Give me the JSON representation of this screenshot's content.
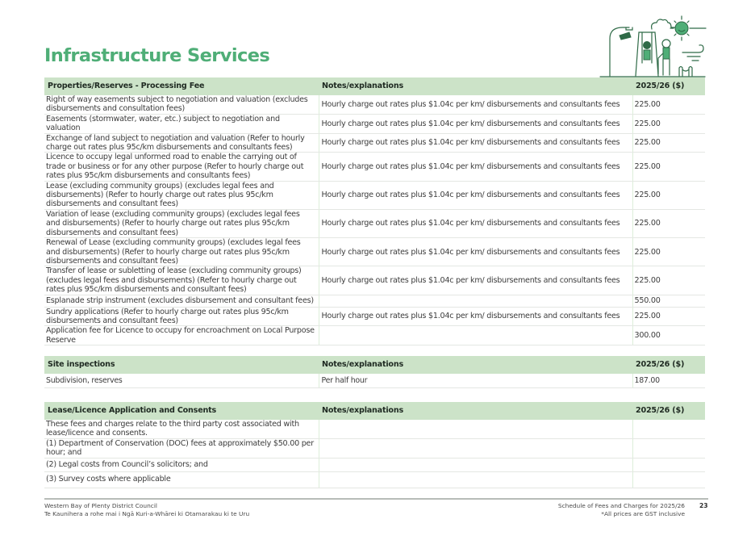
{
  "page": {
    "title": "Infrastructure Services",
    "accent_color": "#4fae77",
    "header_bg_color": "#cce3c8",
    "illustration": "park-scene-illustration"
  },
  "tables": {
    "processing_fee": {
      "headers": [
        "Properties/Reserves - Processing Fee",
        "Notes/explanations",
        "2025/26 ($)"
      ],
      "rows": [
        {
          "desc": "Right of way easements subject to negotiation and valuation (excludes disbursements and consultation fees)",
          "notes": "Hourly charge out rates plus $1.04c per km/ disbursements and consultants fees",
          "price": "225.00"
        },
        {
          "desc": "Easements (stormwater, water, etc.) subject to negotiation and valuation",
          "notes": "Hourly charge out rates plus $1.04c per km/ disbursements and consultants fees",
          "price": "225.00"
        },
        {
          "desc": "Exchange of land subject to negotiation and valuation (Refer to hourly charge out rates plus 95c/km disbursements and consultants fees)",
          "notes": "Hourly charge out rates plus $1.04c per km/ disbursements and consultants fees",
          "price": "225.00"
        },
        {
          "desc": "Licence to occupy legal unformed road to enable the carrying out of trade or business or for any other purpose (Refer to hourly charge out rates plus 95c/km disbursements and consultants fees)",
          "notes": "Hourly charge out rates plus $1.04c per km/ disbursements and consultants fees",
          "price": "225.00"
        },
        {
          "desc": "Lease (excluding community groups) (excludes legal fees and disbursements) (Refer to hourly charge out rates plus 95c/km disbursements and consultant fees)",
          "notes": "Hourly charge out rates plus $1.04c per km/ disbursements and consultants fees",
          "price": "225.00"
        },
        {
          "desc": "Variation of lease (excluding community groups) (excludes legal fees and disbursements) (Refer to hourly charge out rates plus 95c/km disbursements and consultant fees)",
          "notes": "Hourly charge out rates plus $1.04c per km/ disbursements and consultants fees",
          "price": "225.00"
        },
        {
          "desc": "Renewal of Lease (excluding community groups) (excludes legal fees and disbursements) (Refer to hourly charge out rates plus 95c/km disbursements and consultant fees)",
          "notes": "Hourly charge out rates plus $1.04c per km/ disbursements and consultants fees",
          "price": "225.00"
        },
        {
          "desc": "Transfer of lease or subletting of lease (excluding community groups) (excludes legal fees and disbursements) (Refer to hourly charge out rates plus 95c/km disbursements and consultant fees)",
          "notes": "Hourly charge out rates plus $1.04c per km/ disbursements and consultants fees",
          "price": "225.00"
        },
        {
          "desc": "Esplanade strip instrument (excludes disbursement and consultant fees)",
          "notes": "",
          "price": "550.00"
        },
        {
          "desc": "Sundry applications (Refer to hourly charge out rates plus 95c/km disbursements and consultant fees)",
          "notes": "Hourly charge out rates plus $1.04c per km/ disbursements and consultants fees",
          "price": "225.00"
        },
        {
          "desc": "Application fee for Licence to occupy for encroachment on Local Purpose Reserve",
          "notes": "",
          "price": "300.00"
        }
      ]
    },
    "site_inspections": {
      "headers": [
        "Site inspections",
        "Notes/explanations",
        "2025/26 ($)"
      ],
      "rows": [
        {
          "desc": "Subdivision, reserves",
          "notes": "Per half hour",
          "price": "187.00"
        }
      ]
    },
    "lease_licence": {
      "headers": [
        "Lease/Licence Application and Consents",
        "Notes/explanations",
        "2025/26 ($)"
      ],
      "rows": [
        {
          "desc": "These fees and charges relate to the third party cost associated with lease/licence and consents.",
          "notes": "",
          "price": ""
        },
        {
          "desc": "(1) Department of Conservation (DOC) fees at approximately $50.00 per hour; and",
          "notes": "",
          "price": ""
        },
        {
          "desc": "(2) Legal costs from Council’s solicitors; and",
          "notes": "",
          "price": ""
        },
        {
          "desc": "(3) Survey costs where applicable",
          "notes": "",
          "price": ""
        }
      ]
    }
  },
  "footer": {
    "org_name": "Western Bay of Plenty District Council",
    "org_name_maori": "Te Kaunihera a rohe mai i Ngā Kuri-a-Whārei ki Otamarakau ki te Uru",
    "document_title": "Schedule of Fees and Charges for 2025/26",
    "gst_note": "*All prices are GST inclusive",
    "page_number": "23"
  }
}
